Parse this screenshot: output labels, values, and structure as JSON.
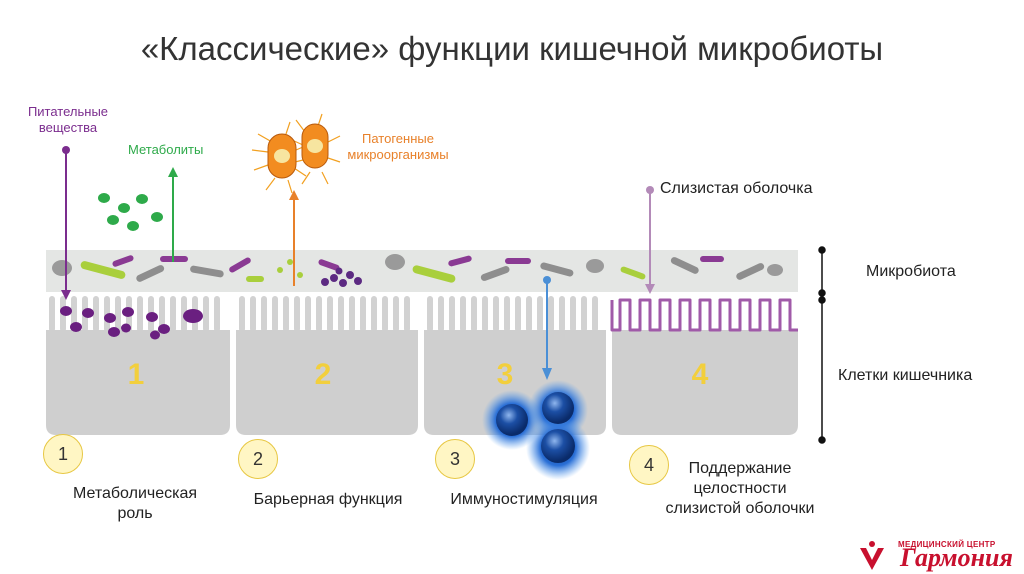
{
  "title": "«Классические» функции кишечной микробиоты",
  "labels": {
    "nutrients": "Питательные\nвещества",
    "metabolites": "Метаболиты",
    "pathogens": "Патогенные\nмикроорганизмы",
    "mucus": "Слизистая оболочка",
    "microbiota": "Микробиота",
    "cells": "Клетки кишечника"
  },
  "sections": [
    {
      "num": "1",
      "label": "Метаболическая\nроль"
    },
    {
      "num": "2",
      "label": "Барьерная функция"
    },
    {
      "num": "3",
      "label": "Иммуностимуляция"
    },
    {
      "num": "4",
      "label": "Поддержание\nцелостности\nслизистой оболочки"
    }
  ],
  "logo": {
    "subtitle": "МЕДИЦИНСКИЙ ЦЕНТР",
    "name": "Гармония"
  },
  "colors": {
    "purple": "#7b2d8e",
    "green": "#2eaa4a",
    "orange": "#e8812a",
    "blue": "#4a8fd6",
    "mucus": "#b38ab8",
    "cell": "#cfcfcf",
    "number": "#f2cf3d"
  }
}
